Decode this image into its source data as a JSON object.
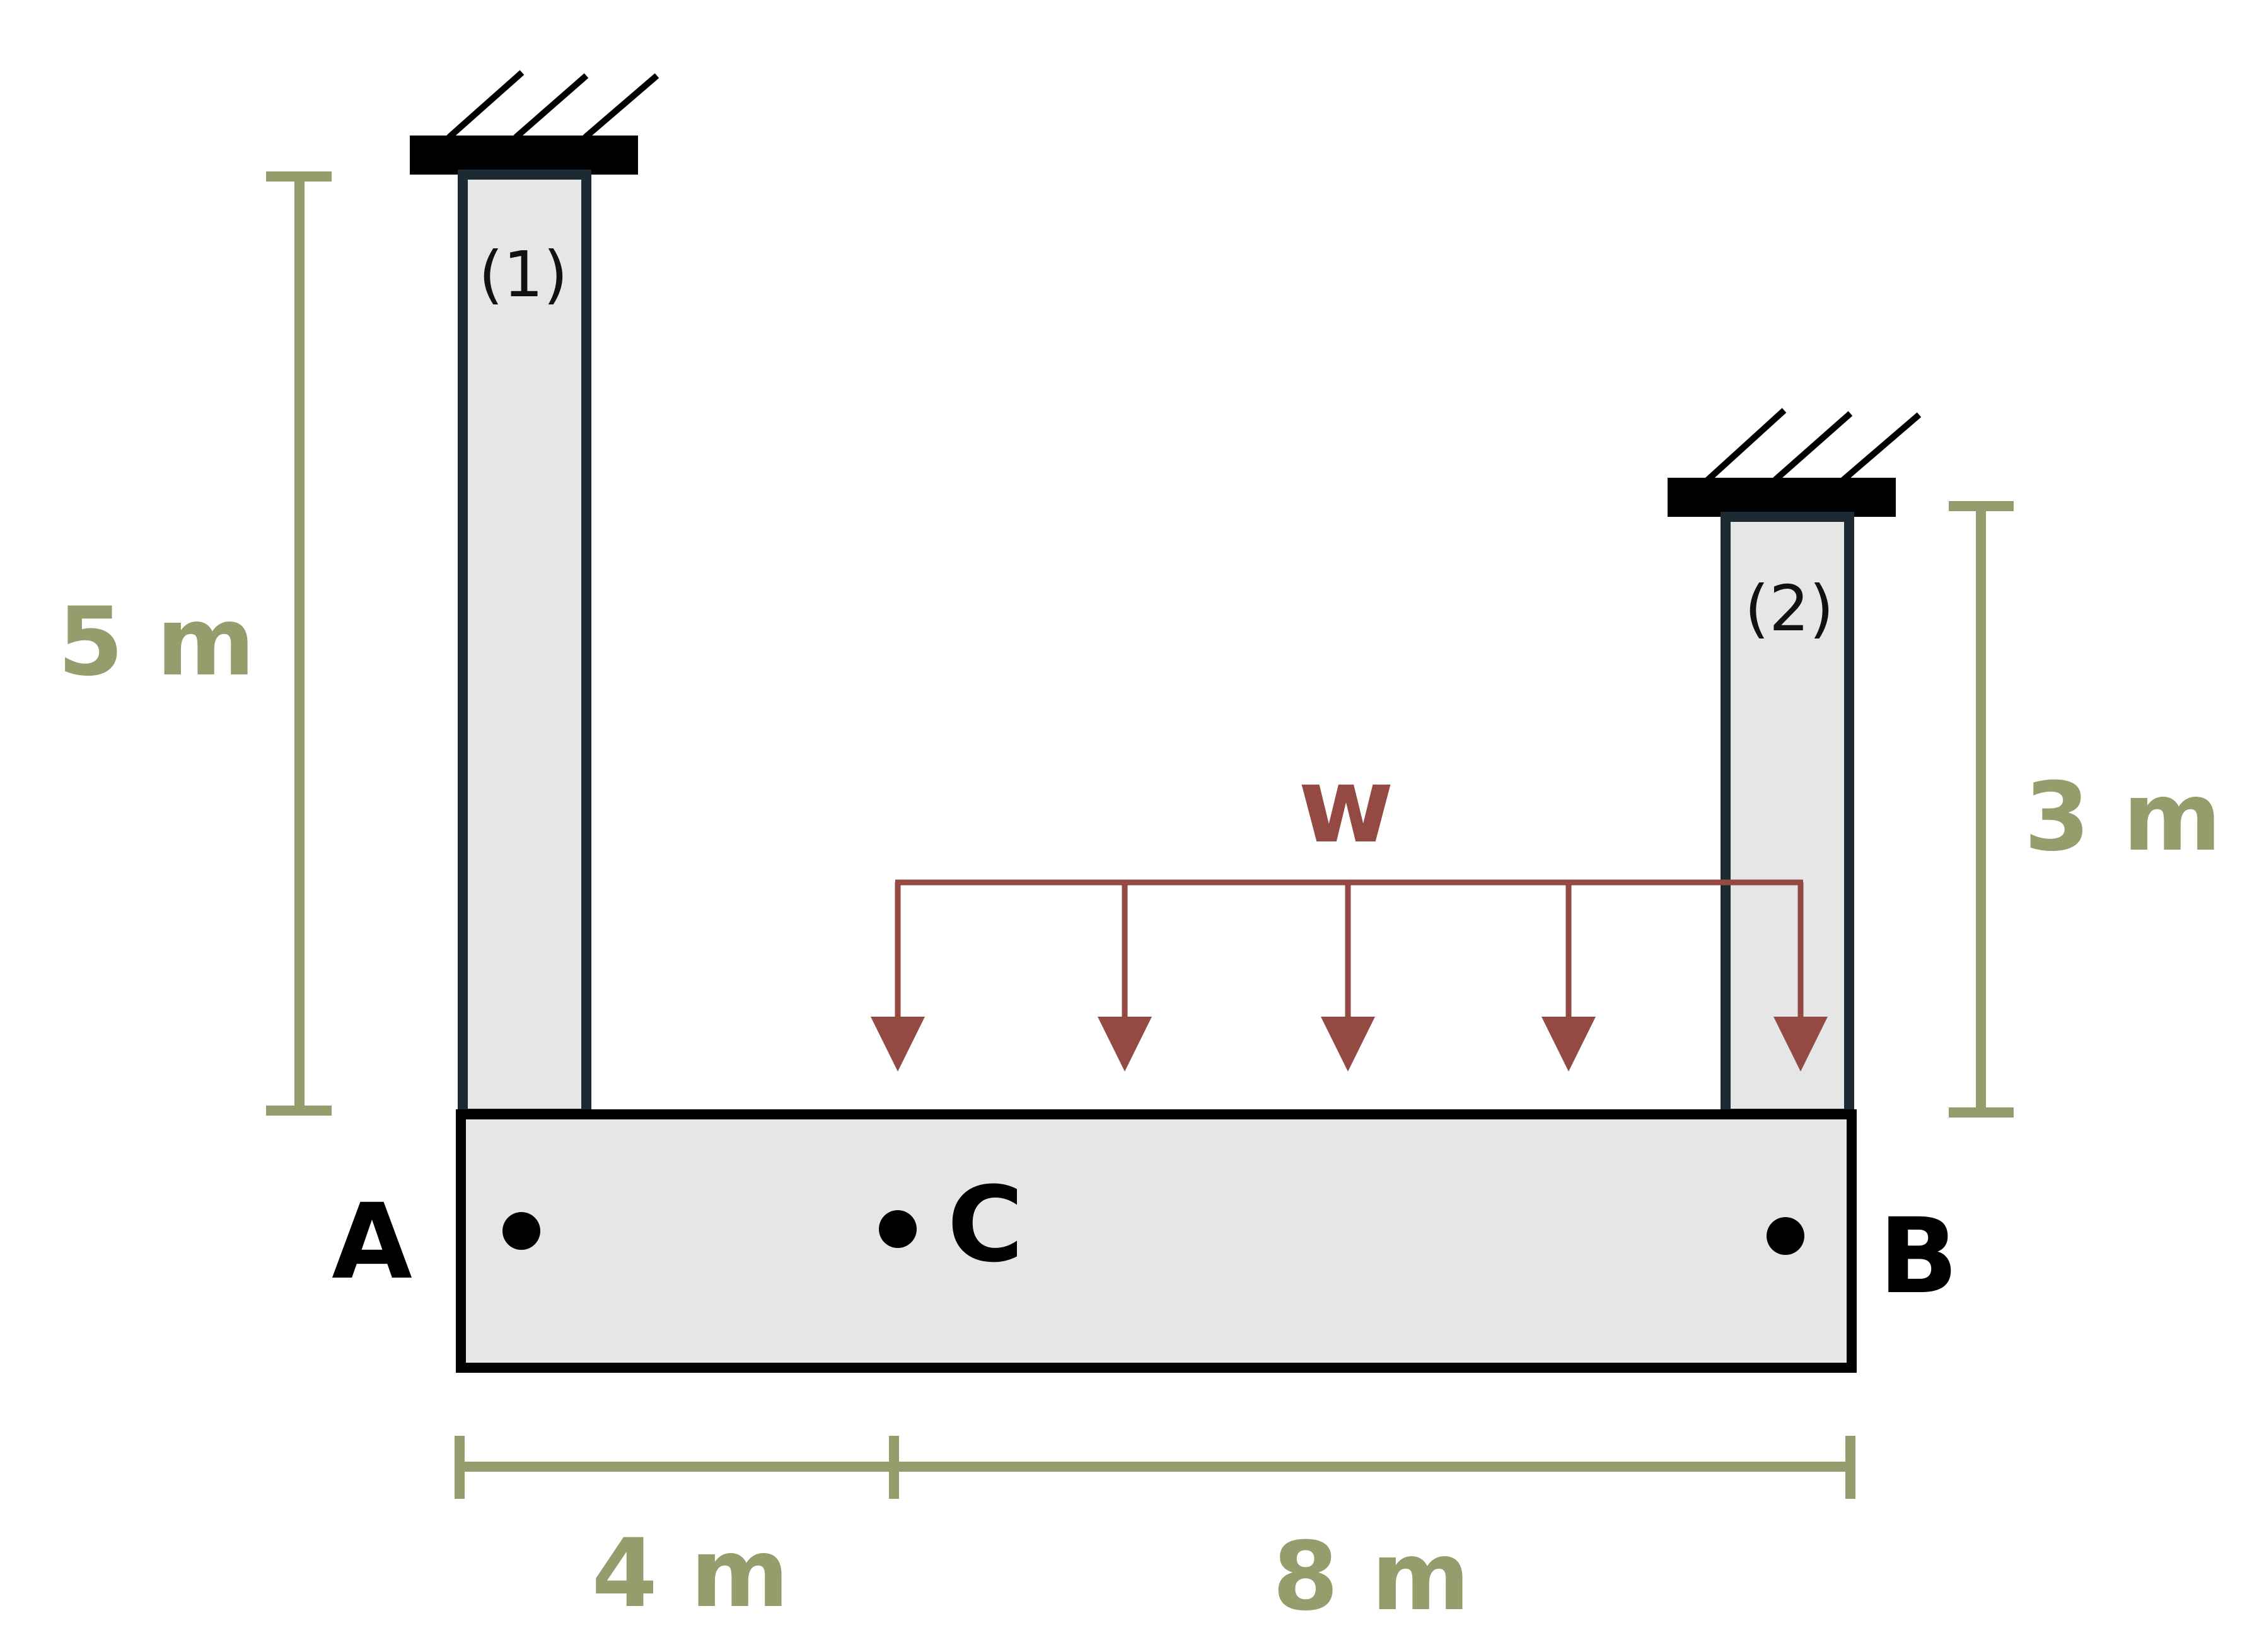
{
  "colors": {
    "member_fill": "#e6e6e6",
    "member_stroke": "#1c2a33",
    "beam_stroke": "#000000",
    "dimension": "#949d6b",
    "load": "#944a43",
    "support": "#000000"
  },
  "members": {
    "rod1_label": "(1)",
    "rod2_label": "(2)"
  },
  "points": {
    "a": "A",
    "b": "B",
    "c": "C"
  },
  "load": {
    "label": "w",
    "arrow_count": 5
  },
  "dimensions": {
    "rod1_length": "5 m",
    "rod2_length": "3 m",
    "a_to_c": "4 m",
    "c_to_b": "8 m"
  }
}
